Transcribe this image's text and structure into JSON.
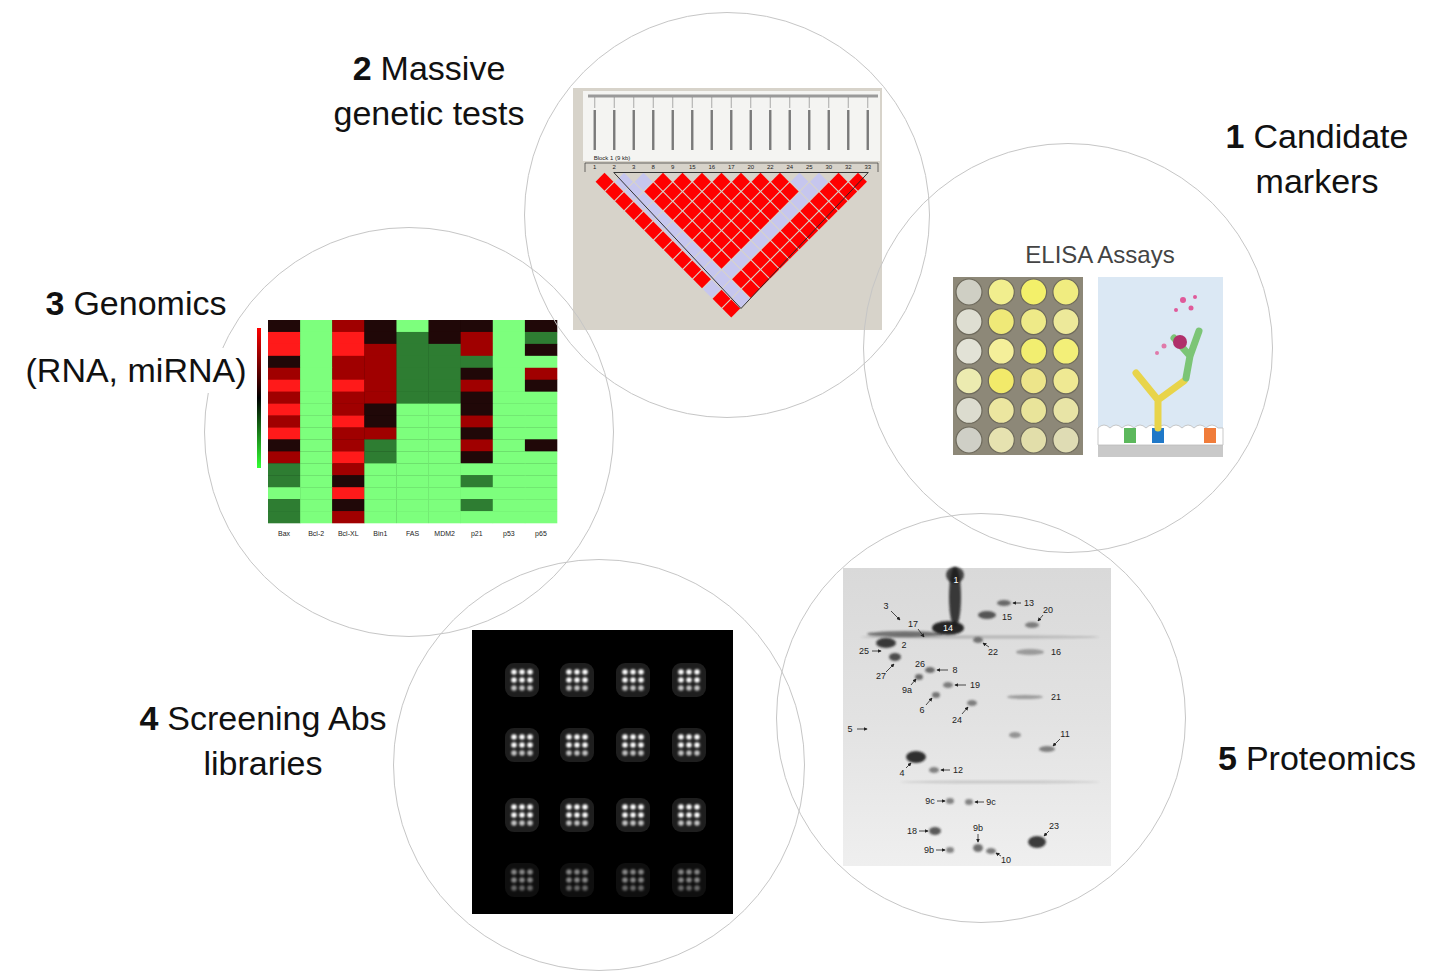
{
  "diagram": {
    "nodes": [
      {
        "text": [
          "1",
          "Candidate markers"
        ]
      },
      {
        "text": [
          "2",
          "Massive genetic tests"
        ]
      },
      {
        "text": [
          "3",
          "Genomics",
          "(RNA, miRNA)"
        ]
      },
      {
        "text": [
          "4",
          "Screening Abs libraries"
        ]
      },
      {
        "text": [
          "5",
          "Proteomics"
        ]
      }
    ],
    "labels": [
      "ELISA Assays",
      "Block 1 (9 kb)",
      "1",
      "2",
      "3",
      "8",
      "9",
      "15",
      "16",
      "17",
      "20",
      "22",
      "24",
      "25",
      "30",
      "32",
      "33",
      "Bax",
      "Bcl-2",
      "Bcl-XL",
      "Bin1",
      "FAS",
      "MDM2",
      "p21",
      "p53",
      "p65",
      "1",
      "3",
      "17",
      "2",
      "25",
      "26",
      "27",
      "9a",
      "8",
      "19",
      "6",
      "24",
      "22",
      "13",
      "20",
      "15",
      "14",
      "16",
      "21",
      "5",
      "11",
      "4",
      "12",
      "9c",
      "9c",
      "18",
      "9b",
      "23",
      "9b",
      "10"
    ]
  }
}
